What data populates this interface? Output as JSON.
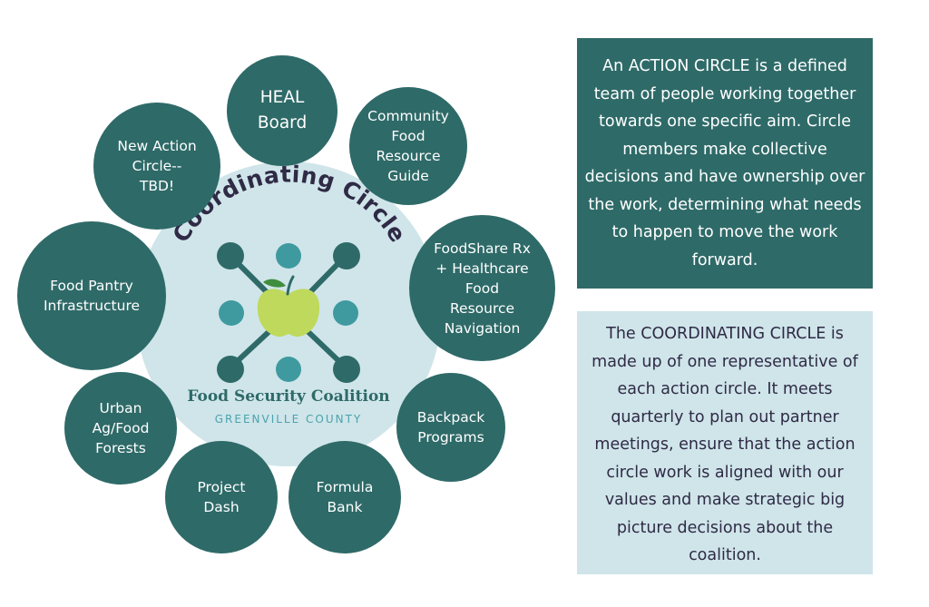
{
  "center": {
    "title": "Coordinating Circle",
    "org_name": "Food Security Coalition",
    "org_sub": "GREENVILLE COUNTY"
  },
  "action_circles": [
    {
      "id": "heal",
      "label": "HEAL\nBoard"
    },
    {
      "id": "guide",
      "label": "Community\nFood\nResource\nGuide"
    },
    {
      "id": "foodshare",
      "label": "FoodShare Rx\n+ Healthcare\nFood\nResource\nNavigation"
    },
    {
      "id": "backpack",
      "label": "Backpack\nPrograms"
    },
    {
      "id": "formula",
      "label": "Formula\nBank"
    },
    {
      "id": "dash",
      "label": "Project\nDash"
    },
    {
      "id": "urban",
      "label": "Urban\nAg/Food\nForests"
    },
    {
      "id": "pantry",
      "label": "Food Pantry\nInfrastructure"
    },
    {
      "id": "new",
      "label": "New Action\nCircle--\nTBD!"
    }
  ],
  "panels": {
    "action_circle_text": "An ACTION CIRCLE is a defined team of people working together towards one specific aim.  Circle members make collective decisions and have ownership over the work, determining what needs to happen to move the work forward.",
    "coordinating_circle_text": "The COORDINATING CIRCLE is made up of one representative of each action circle.  It meets quarterly to plan out partner meetings, ensure that the action circle work is aligned with our values and make strategic big picture decisions about the coalition."
  },
  "colors": {
    "dark_teal": "#2e6a68",
    "light_blue": "#cfe5ea",
    "teal_dot": "#3f9aa0",
    "apple_green": "#bfd95c",
    "title_purple": "#2f2a45"
  }
}
